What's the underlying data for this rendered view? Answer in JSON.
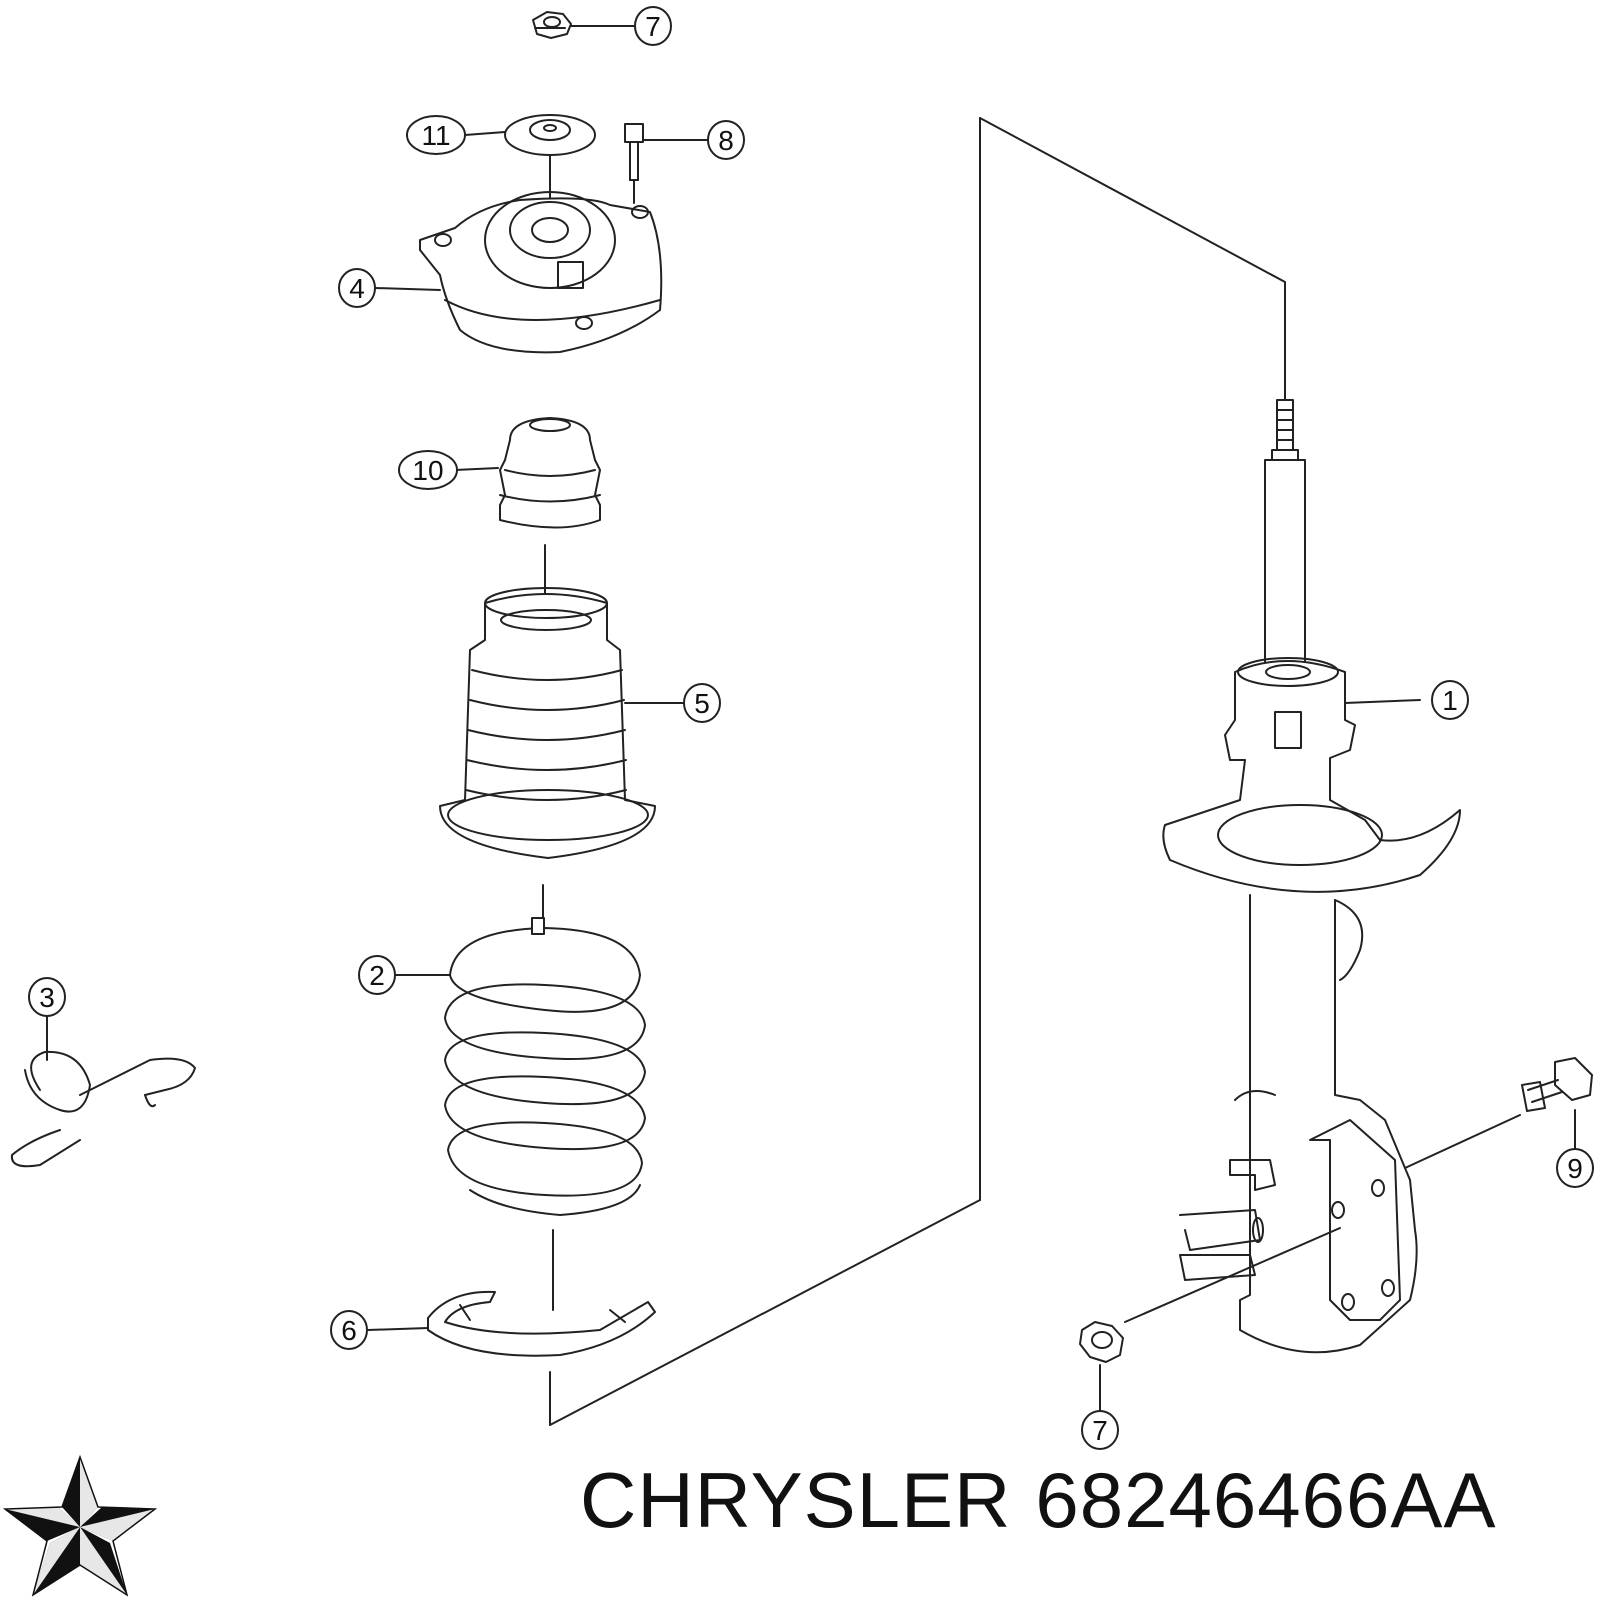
{
  "callouts": [
    {
      "id": "c7-top",
      "label": "7"
    },
    {
      "id": "c11",
      "label": "11"
    },
    {
      "id": "c8",
      "label": "8"
    },
    {
      "id": "c4",
      "label": "4"
    },
    {
      "id": "c10",
      "label": "10"
    },
    {
      "id": "c5",
      "label": "5"
    },
    {
      "id": "c1",
      "label": "1"
    },
    {
      "id": "c2",
      "label": "2"
    },
    {
      "id": "c3",
      "label": "3"
    },
    {
      "id": "c9",
      "label": "9"
    },
    {
      "id": "c6",
      "label": "6"
    },
    {
      "id": "c7-bottom",
      "label": "7"
    }
  ],
  "footer": {
    "brand": "CHRYSLER",
    "part_number": "68246466AA"
  },
  "colors": {
    "line": "#222222",
    "background": "#ffffff",
    "logo": "#111111"
  },
  "logo_icon": "chrysler-pentastar-icon"
}
